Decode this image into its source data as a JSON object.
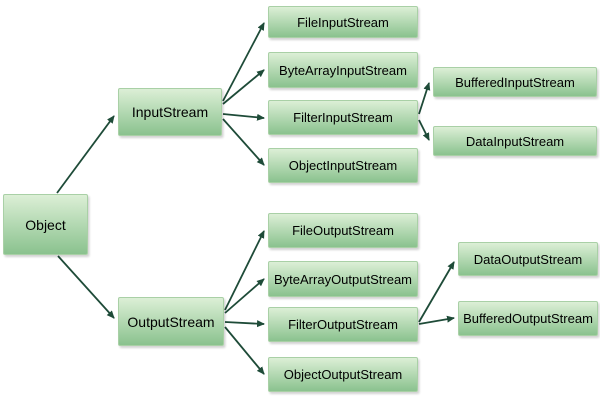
{
  "nodes": {
    "object": {
      "label": "Object"
    },
    "input_stream": {
      "label": "InputStream"
    },
    "output_stream": {
      "label": "OutputStream"
    },
    "file_input_stream": {
      "label": "FileInputStream"
    },
    "byte_array_input_stream": {
      "label": "ByteArrayInputStream"
    },
    "filter_input_stream": {
      "label": "FilterInputStream"
    },
    "object_input_stream": {
      "label": "ObjectInputStream"
    },
    "buffered_input_stream": {
      "label": "BufferedInputStream"
    },
    "data_input_stream": {
      "label": "DataInputStream"
    },
    "file_output_stream": {
      "label": "FileOutputStream"
    },
    "byte_array_output_stream": {
      "label": "ByteArrayOutputStream"
    },
    "filter_output_stream": {
      "label": "FilterOutputStream"
    },
    "object_output_stream": {
      "label": "ObjectOutputStream"
    },
    "data_output_stream": {
      "label": "DataOutputStream"
    },
    "buffered_output_stream": {
      "label": "BufferedOutputStream"
    }
  },
  "edges": [
    {
      "from": "object",
      "to": "input_stream"
    },
    {
      "from": "object",
      "to": "output_stream"
    },
    {
      "from": "input_stream",
      "to": "file_input_stream"
    },
    {
      "from": "input_stream",
      "to": "byte_array_input_stream"
    },
    {
      "from": "input_stream",
      "to": "filter_input_stream"
    },
    {
      "from": "input_stream",
      "to": "object_input_stream"
    },
    {
      "from": "filter_input_stream",
      "to": "buffered_input_stream"
    },
    {
      "from": "filter_input_stream",
      "to": "data_input_stream"
    },
    {
      "from": "output_stream",
      "to": "file_output_stream"
    },
    {
      "from": "output_stream",
      "to": "byte_array_output_stream"
    },
    {
      "from": "output_stream",
      "to": "filter_output_stream"
    },
    {
      "from": "output_stream",
      "to": "object_output_stream"
    },
    {
      "from": "filter_output_stream",
      "to": "data_output_stream"
    },
    {
      "from": "filter_output_stream",
      "to": "buffered_output_stream"
    }
  ],
  "colors": {
    "node_gradient_top": "#dcefd6",
    "node_gradient_bottom": "#8ac28e",
    "node_border": "#a9d0a6",
    "arrow": "#1e4b38",
    "text": "#000000",
    "background": "#ffffff"
  }
}
